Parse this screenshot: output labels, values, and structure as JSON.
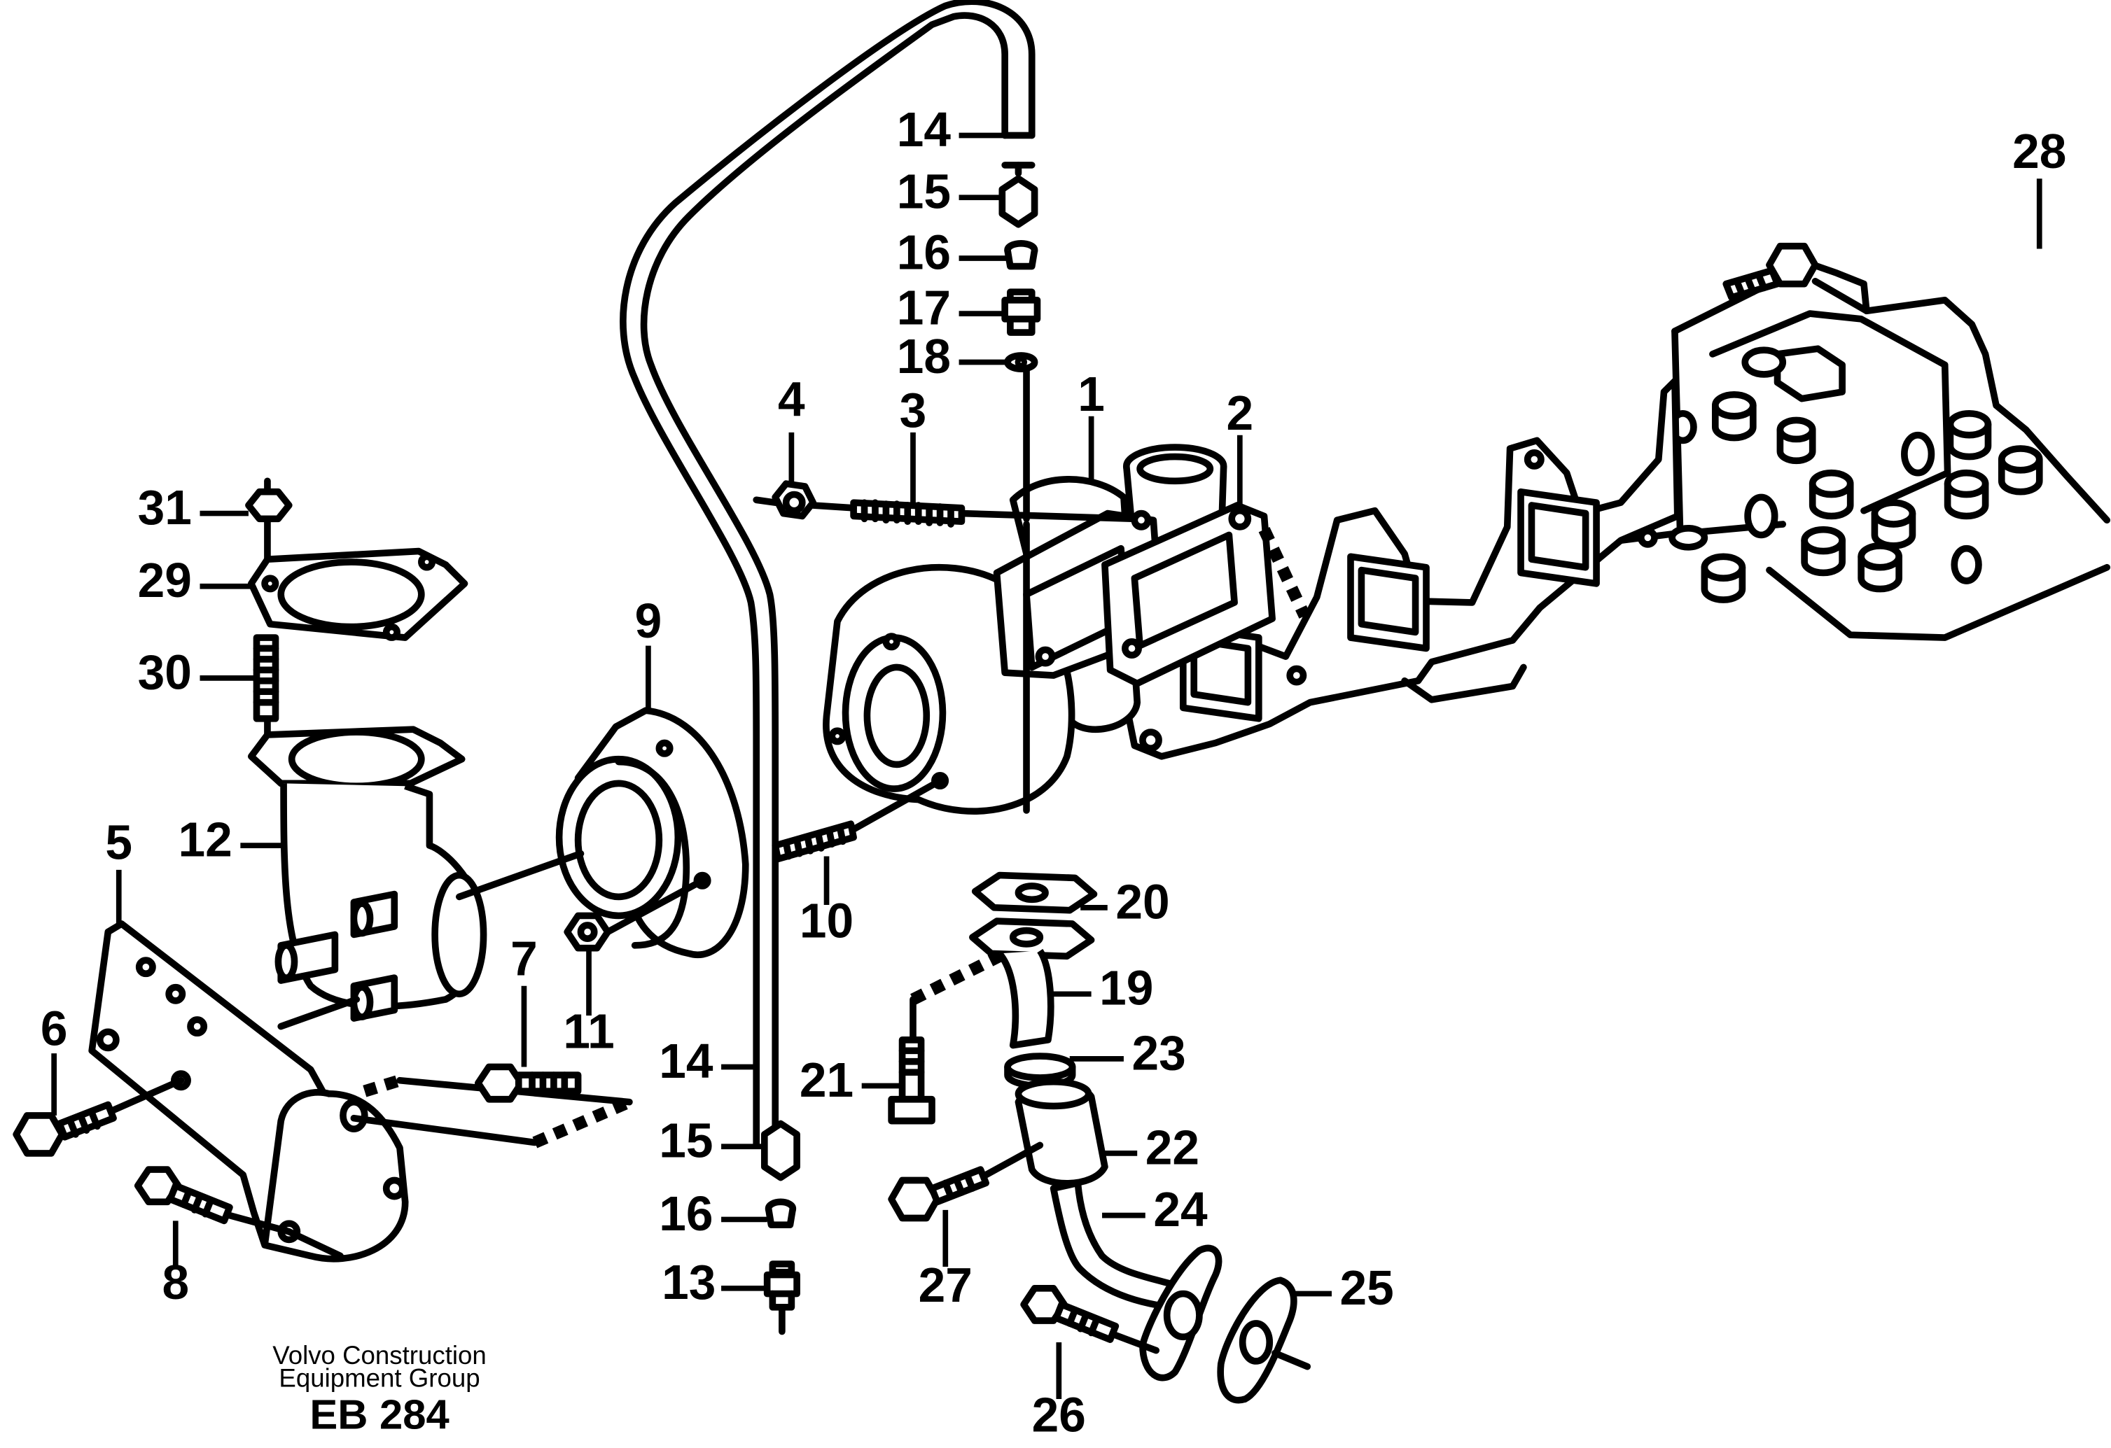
{
  "callouts": [
    "1",
    "2",
    "3",
    "4",
    "5",
    "6",
    "7",
    "8",
    "9",
    "10",
    "11",
    "12",
    "13",
    "14",
    "14",
    "15",
    "15",
    "16",
    "16",
    "17",
    "18",
    "19",
    "20",
    "21",
    "22",
    "23",
    "24",
    "25",
    "26",
    "27",
    "28",
    "29",
    "30",
    "31"
  ],
  "footer": {
    "line1": "Volvo Construction",
    "line2": "Equipment Group",
    "code": "EB 284"
  }
}
